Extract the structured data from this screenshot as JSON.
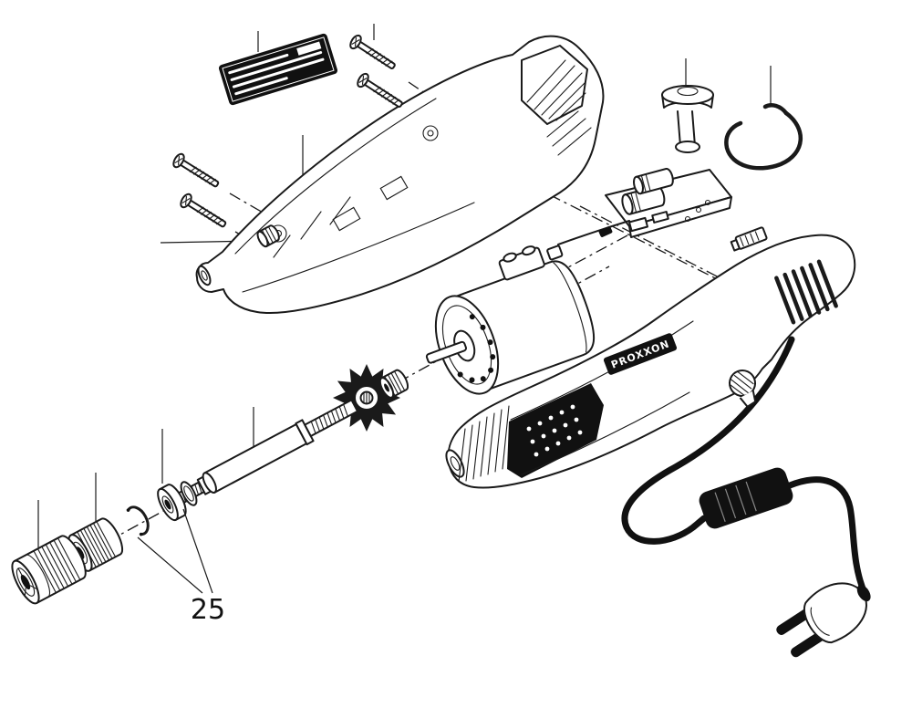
{
  "labels": {
    "callout_25": "25",
    "brand": "PROXXON"
  },
  "colors": {
    "line": "#1a1a1a",
    "dark_fill": "#111111",
    "background": "#ffffff"
  },
  "diagram": {
    "type": "exploded-parts-diagram",
    "subject": "rotary-tool",
    "parts": [
      {
        "name": "rating-plate"
      },
      {
        "name": "housing-screws",
        "count": 4
      },
      {
        "name": "upper-housing-shell"
      },
      {
        "name": "clamp-nut"
      },
      {
        "name": "switch-assembly"
      },
      {
        "name": "push-button-cap"
      },
      {
        "name": "spring-clip"
      },
      {
        "name": "motor"
      },
      {
        "name": "pinion-gear"
      },
      {
        "name": "fan-wheel"
      },
      {
        "name": "spindle-shaft"
      },
      {
        "name": "washer",
        "callout": "25"
      },
      {
        "name": "retaining-ring",
        "callout": "25"
      },
      {
        "name": "ball-bearing"
      },
      {
        "name": "collet-nut"
      },
      {
        "name": "chuck"
      },
      {
        "name": "tool-body"
      },
      {
        "name": "power-cord"
      },
      {
        "name": "strain-relief-block"
      },
      {
        "name": "power-plug"
      }
    ]
  }
}
